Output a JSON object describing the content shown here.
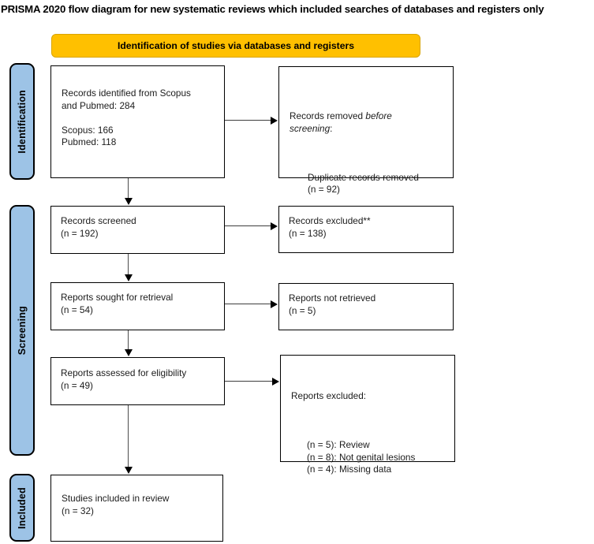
{
  "title": "PRISMA 2020 flow diagram for new systematic reviews which included searches of databases and registers only",
  "banner": {
    "label": "Identification of studies via databases and registers",
    "fill": "#FFC000"
  },
  "stages": {
    "identification": "Identification",
    "screening": "Screening",
    "included": "Included"
  },
  "colors": {
    "stage_fill": "#9DC3E6",
    "banner_fill": "#FFC000",
    "banner_border": "#D9A400",
    "box_border": "#000000"
  },
  "boxes": {
    "records_identified": "Records identified from Scopus\nand Pubmed: 284\n\nScopus: 166\nPubmed: 118",
    "records_removed": {
      "prefix": "Records removed ",
      "italic": "before screening",
      "suffix": ":",
      "detail": "Duplicate records removed\n(n = 92)"
    },
    "records_screened": "Records screened\n(n = 192)",
    "records_excluded": "Records excluded**\n(n = 138)",
    "reports_sought": "Reports sought for retrieval\n(n = 54)",
    "reports_not_retrieved": "Reports not retrieved\n(n = 5)",
    "reports_assessed": "Reports assessed for eligibility\n(n = 49)",
    "reports_excluded": {
      "heading": "Reports excluded:",
      "detail": "(n = 5): Review\n(n = 8): Not genital lesions\n(n = 4): Missing data"
    },
    "studies_included": "Studies included in review\n(n = 32)"
  }
}
